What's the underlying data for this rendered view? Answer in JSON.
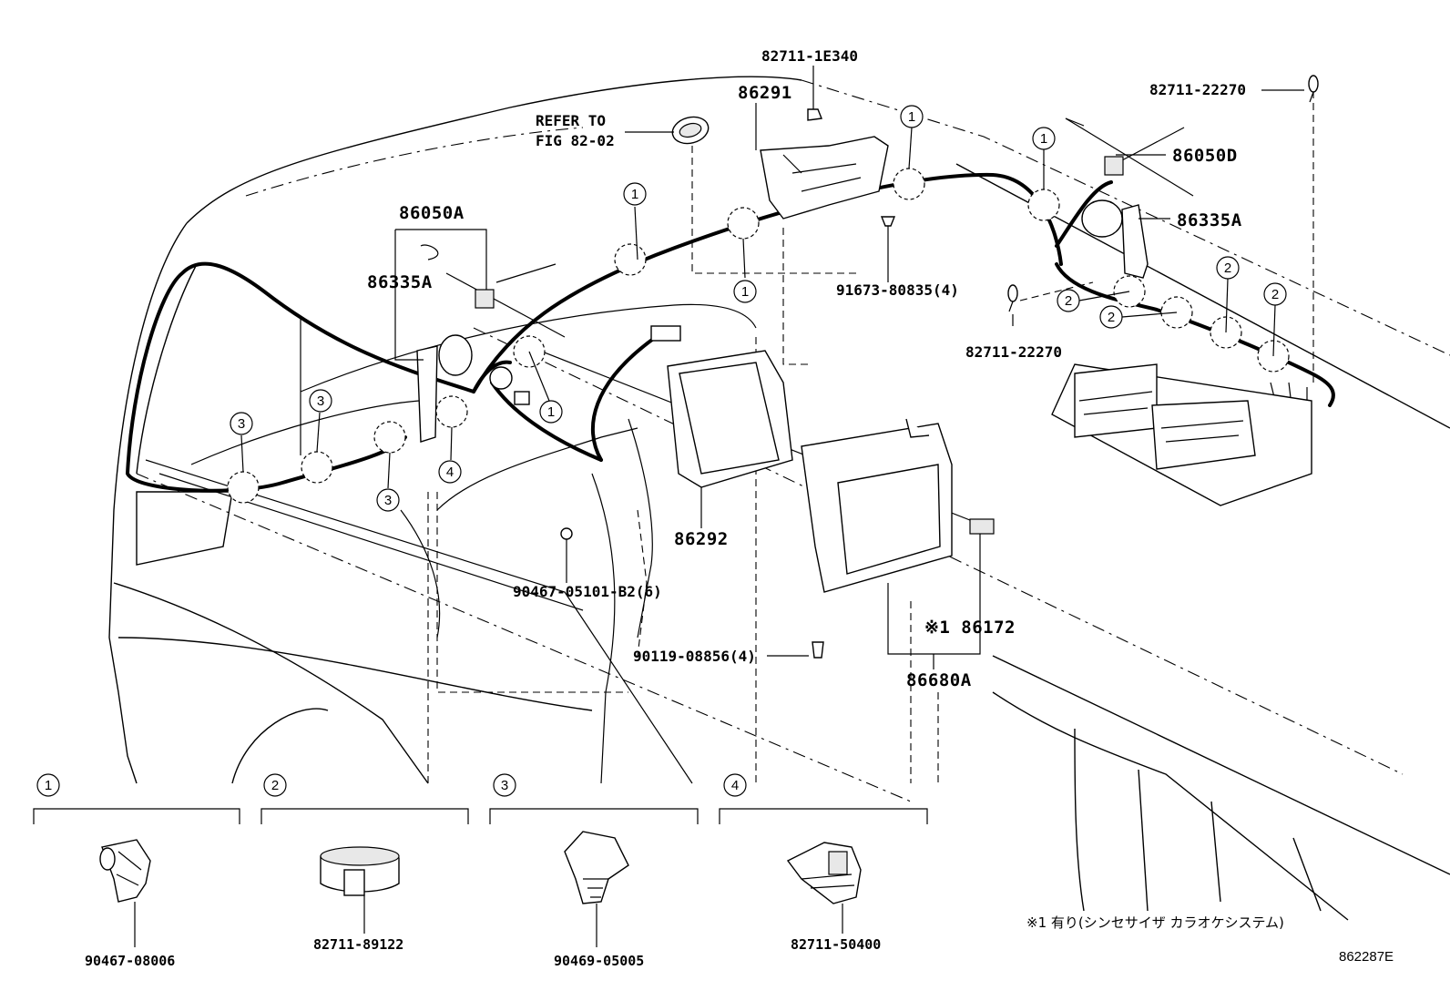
{
  "figure_id": "862287E",
  "note": "※1 有り(シンセサイザ カラオケシステム)",
  "refer": {
    "line1": "REFER TO",
    "line2": "FIG 82-02"
  },
  "labels": {
    "p86050A": "86050A",
    "p86335A_left": "86335A",
    "p86291": "86291",
    "p82711_1E340": "82711-1E340",
    "p82711_22270_top": "82711-22270",
    "p86050D": "86050D",
    "p86335A_right": "86335A",
    "p91673": "91673-80835(4)",
    "p82711_22270_mid": "82711-22270",
    "p86292": "86292",
    "p90467_B2": "90467-05101-B2(6)",
    "p86172": "※1 86172",
    "p90119": "90119-08856(4)",
    "p86680A": "86680A"
  },
  "clip_markers": [
    "1",
    "2",
    "3",
    "4"
  ],
  "legend": [
    {
      "num": "1",
      "part": "90467-08006"
    },
    {
      "num": "2",
      "part": "82711-89122"
    },
    {
      "num": "3",
      "part": "90469-05005"
    },
    {
      "num": "4",
      "part": "82711-50400"
    }
  ]
}
